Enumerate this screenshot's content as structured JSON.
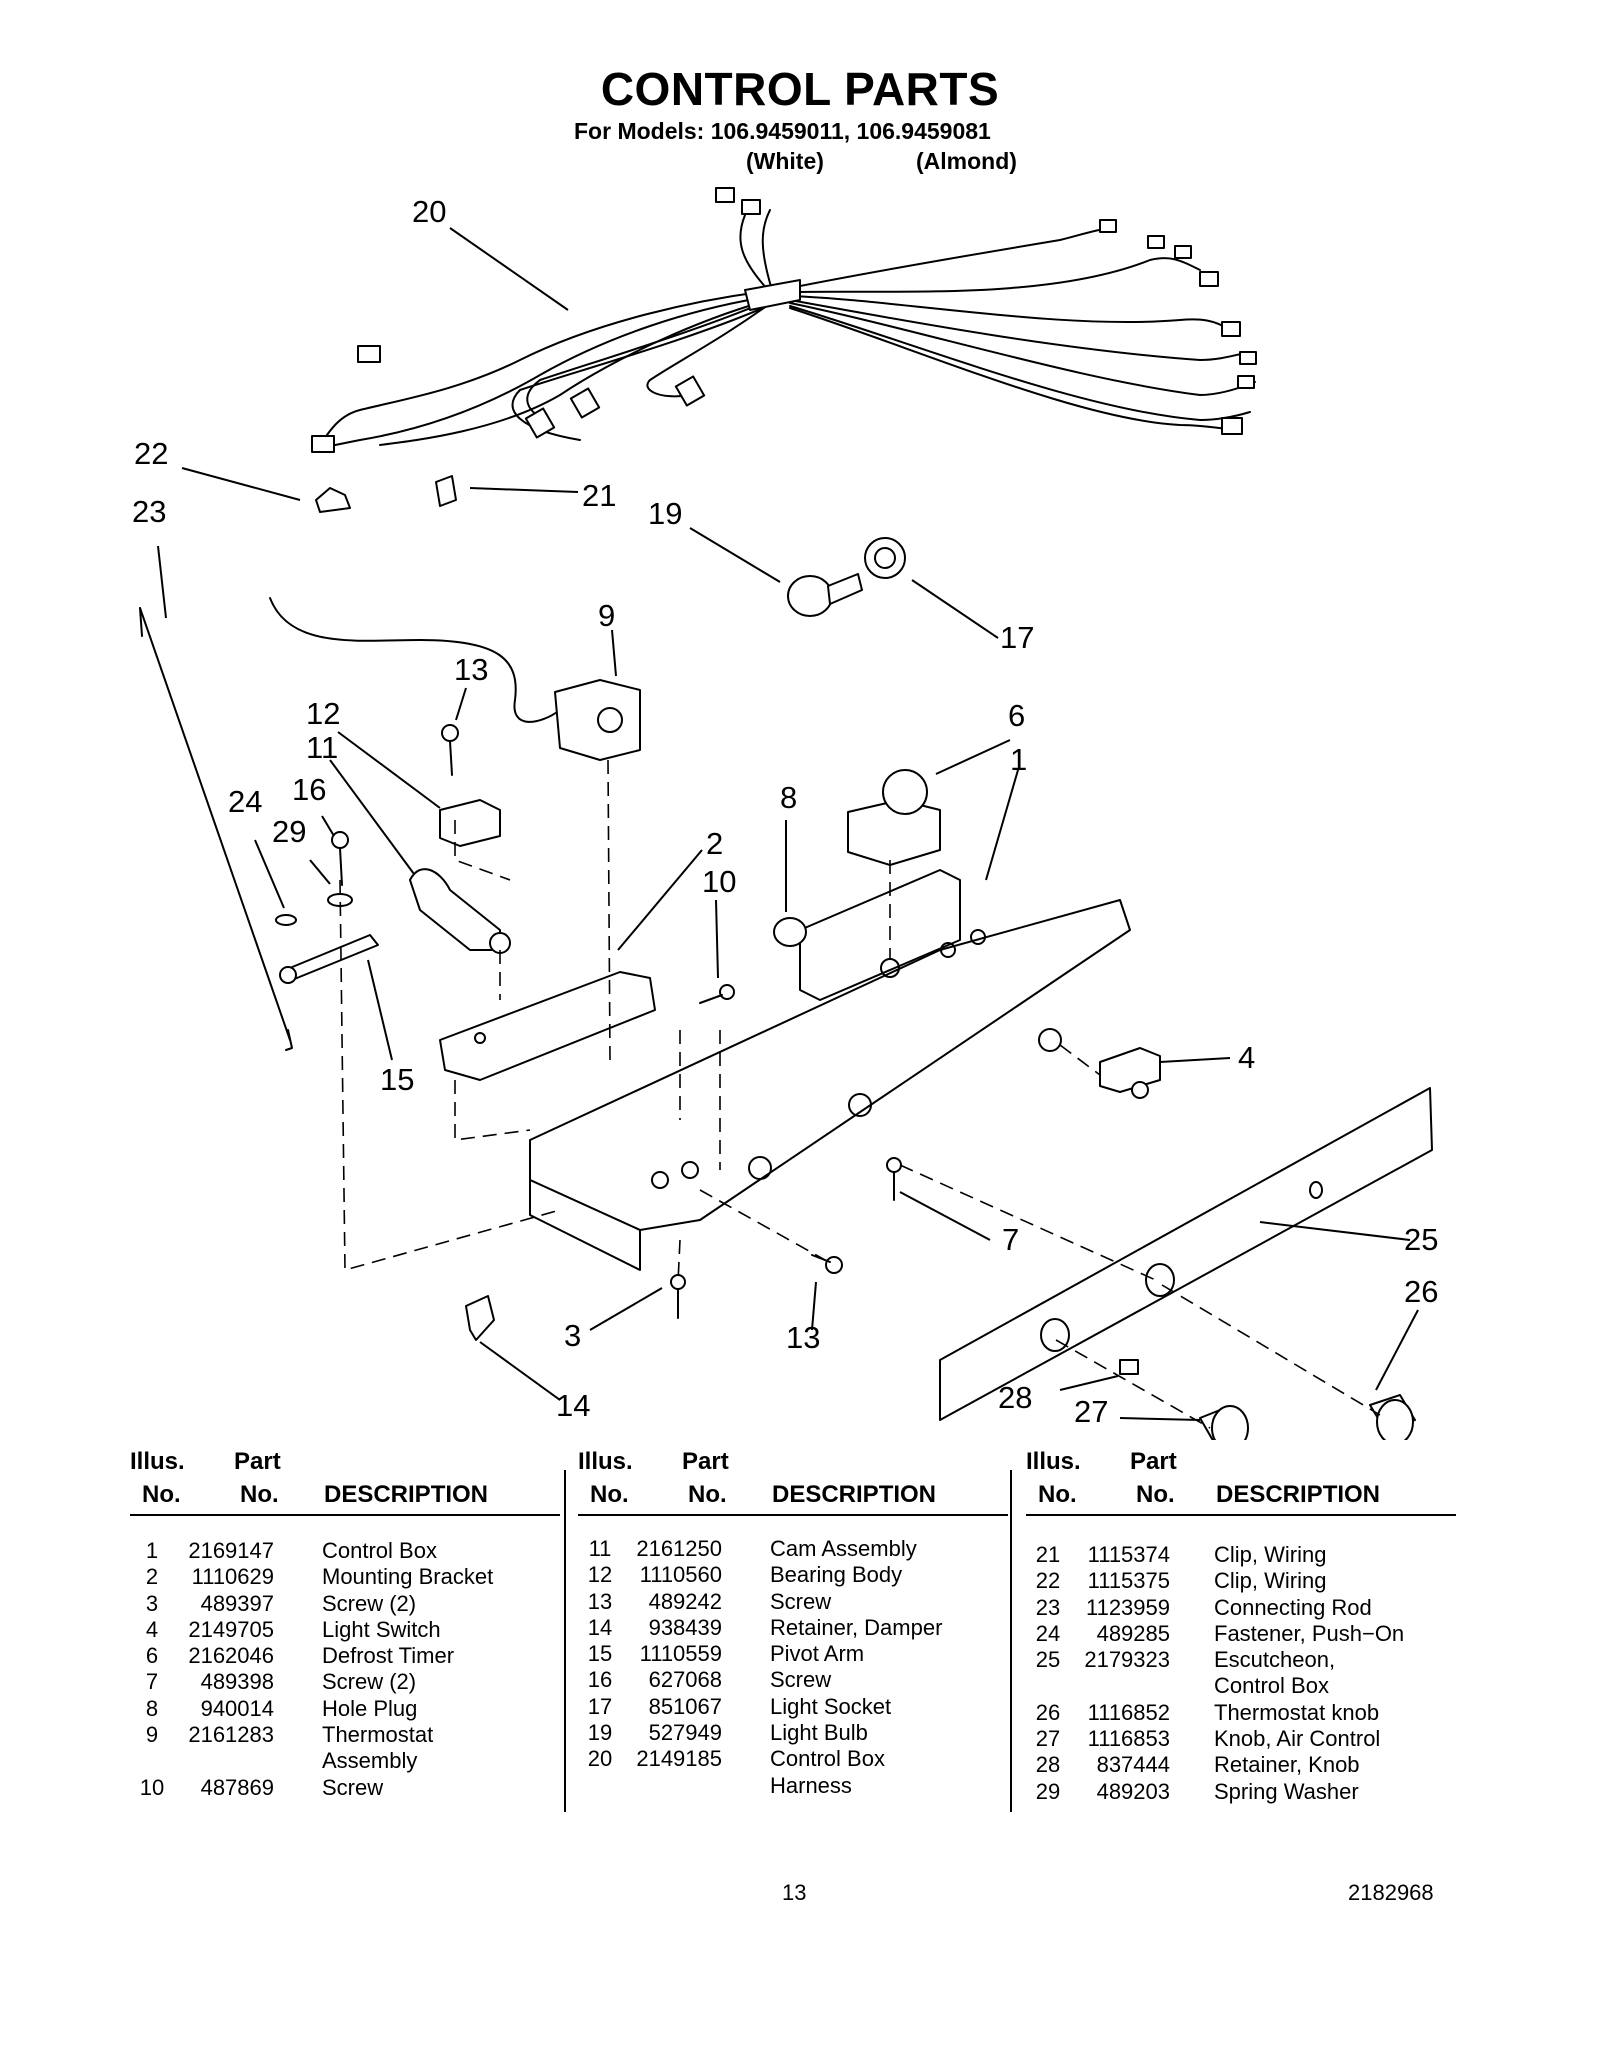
{
  "header": {
    "title": "CONTROL PARTS",
    "subtitle": "For Models: 106.9459011, 106.9459081",
    "color_white": "(White)",
    "color_almond": "(Almond)"
  },
  "diagram": {
    "labels": [
      "20",
      "22",
      "21",
      "23",
      "19",
      "17",
      "9",
      "13",
      "12",
      "11",
      "16",
      "24",
      "29",
      "6",
      "1",
      "8",
      "2",
      "10",
      "4",
      "15",
      "7",
      "25",
      "26",
      "3",
      "13",
      "14",
      "28",
      "27"
    ]
  },
  "table": {
    "headers": {
      "illus": "Illus.",
      "no": "No.",
      "part": "Part",
      "part_no": "No.",
      "description": "DESCRIPTION"
    },
    "columns": [
      [
        {
          "illus": "1",
          "part": "2169147",
          "desc": "Control Box"
        },
        {
          "illus": "2",
          "part": "1110629",
          "desc": "Mounting Bracket"
        },
        {
          "illus": "3",
          "part": "489397",
          "desc": "Screw (2)"
        },
        {
          "illus": "4",
          "part": "2149705",
          "desc": "Light Switch"
        },
        {
          "illus": "6",
          "part": "2162046",
          "desc": "Defrost Timer"
        },
        {
          "illus": "7",
          "part": "489398",
          "desc": "Screw (2)"
        },
        {
          "illus": "8",
          "part": "940014",
          "desc": "Hole Plug"
        },
        {
          "illus": "9",
          "part": "2161283",
          "desc": "Thermostat"
        },
        {
          "illus": "",
          "part": "",
          "desc": "Assembly"
        },
        {
          "illus": "10",
          "part": "487869",
          "desc": "Screw"
        }
      ],
      [
        {
          "illus": "11",
          "part": "2161250",
          "desc": "Cam Assembly"
        },
        {
          "illus": "12",
          "part": "1110560",
          "desc": "Bearing Body"
        },
        {
          "illus": "13",
          "part": "489242",
          "desc": "Screw"
        },
        {
          "illus": "14",
          "part": "938439",
          "desc": "Retainer, Damper"
        },
        {
          "illus": "15",
          "part": "1110559",
          "desc": "Pivot Arm"
        },
        {
          "illus": "16",
          "part": "627068",
          "desc": "Screw"
        },
        {
          "illus": "17",
          "part": "851067",
          "desc": "Light Socket"
        },
        {
          "illus": "19",
          "part": "527949",
          "desc": "Light Bulb"
        },
        {
          "illus": "20",
          "part": "2149185",
          "desc": "Control Box"
        },
        {
          "illus": "",
          "part": "",
          "desc": "Harness"
        }
      ],
      [
        {
          "illus": "21",
          "part": "1115374",
          "desc": "Clip, Wiring"
        },
        {
          "illus": "22",
          "part": "1115375",
          "desc": "Clip, Wiring"
        },
        {
          "illus": "23",
          "part": "1123959",
          "desc": "Connecting Rod"
        },
        {
          "illus": "24",
          "part": "489285",
          "desc": "Fastener, Push−On"
        },
        {
          "illus": "25",
          "part": "2179323",
          "desc": "Escutcheon,"
        },
        {
          "illus": "",
          "part": "",
          "desc": "Control Box"
        },
        {
          "illus": "26",
          "part": "1116852",
          "desc": "Thermostat knob"
        },
        {
          "illus": "27",
          "part": "1116853",
          "desc": "Knob, Air Control"
        },
        {
          "illus": "28",
          "part": "837444",
          "desc": "Retainer, Knob"
        },
        {
          "illus": "29",
          "part": "489203",
          "desc": "Spring Washer"
        }
      ]
    ]
  },
  "footer": {
    "page": "13",
    "doc_number": "2182968"
  }
}
